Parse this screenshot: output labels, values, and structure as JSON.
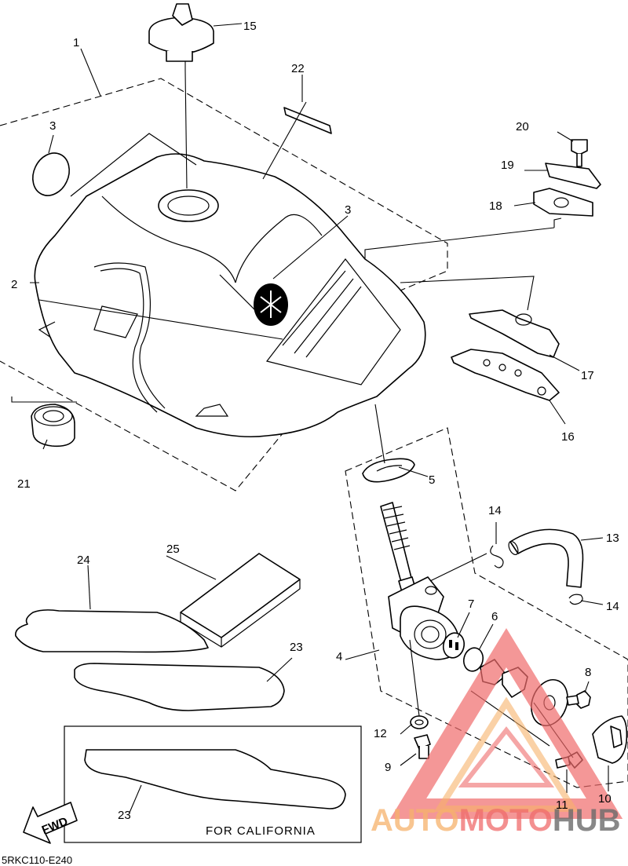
{
  "callouts": {
    "c1": "1",
    "c2": "2",
    "c3a": "3",
    "c3b": "3",
    "c4": "4",
    "c5": "5",
    "c6": "6",
    "c7": "7",
    "c8": "8",
    "c9": "9",
    "c10": "10",
    "c11": "11",
    "c12": "12",
    "c13": "13",
    "c14a": "14",
    "c14b": "14",
    "c15": "15",
    "c16": "16",
    "c17": "17",
    "c18": "18",
    "c19": "19",
    "c20": "20",
    "c21": "21",
    "c22": "22",
    "c23a": "23",
    "c23b": "23",
    "c24": "24",
    "c25": "25"
  },
  "california_label": "FOR CALIFORNIA",
  "fwd_label": "FWD",
  "diagram_code": "5RKC110-E240",
  "watermark": {
    "part1": "AUTO",
    "part2": "MOTO",
    "part3": "HUB"
  },
  "colors": {
    "line": "#000000",
    "watermark_orange": "#f6b26b",
    "watermark_red": "#ef6b6b",
    "watermark_gray": "#6a6a6a"
  }
}
